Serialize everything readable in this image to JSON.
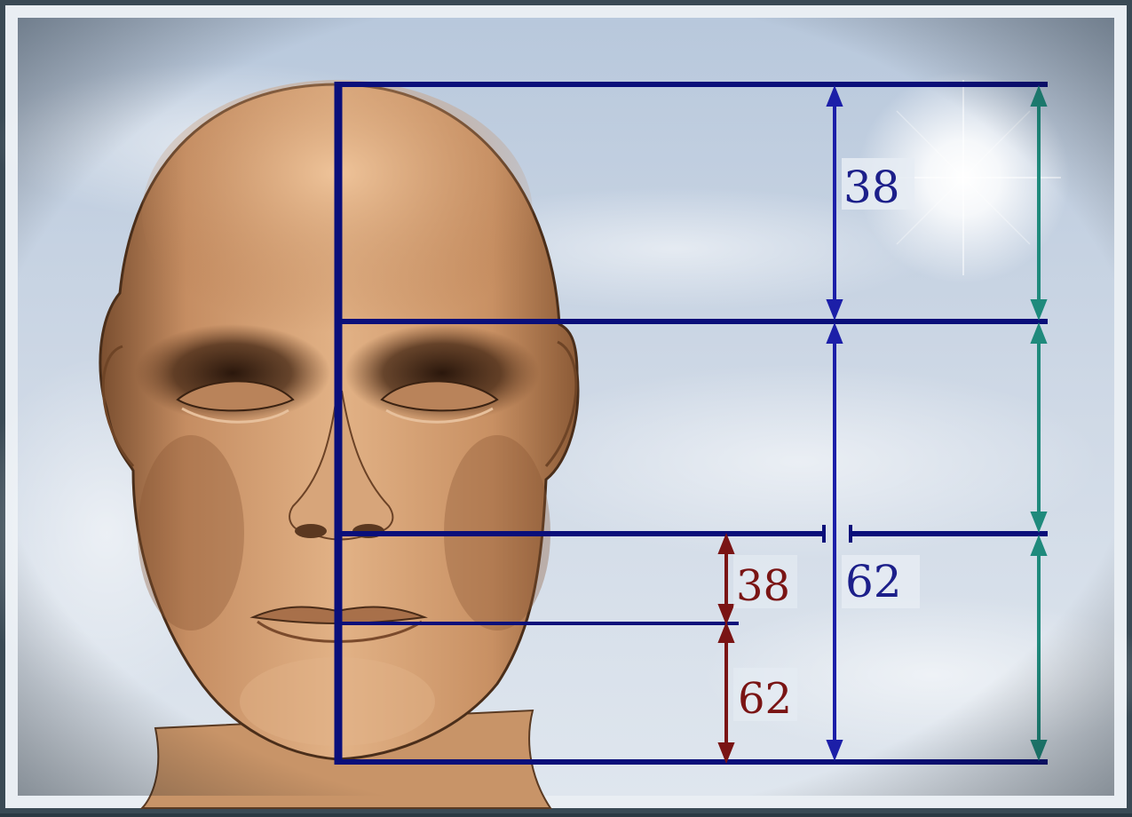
{
  "labels": {
    "upper_blue": "38",
    "lower_blue": "62",
    "upper_red": "38",
    "lower_red": "62"
  },
  "colors": {
    "guide_lines": "#0a0f7a",
    "blue_arrows": "#1c1fa8",
    "teal_arrows": "#1f8a7c",
    "red_arrows": "#7a1414",
    "skin": "#d9a277",
    "sky": "#c6d3e2"
  },
  "icons": {
    "head": "human-head-illustration",
    "sun": "sun-glare"
  }
}
